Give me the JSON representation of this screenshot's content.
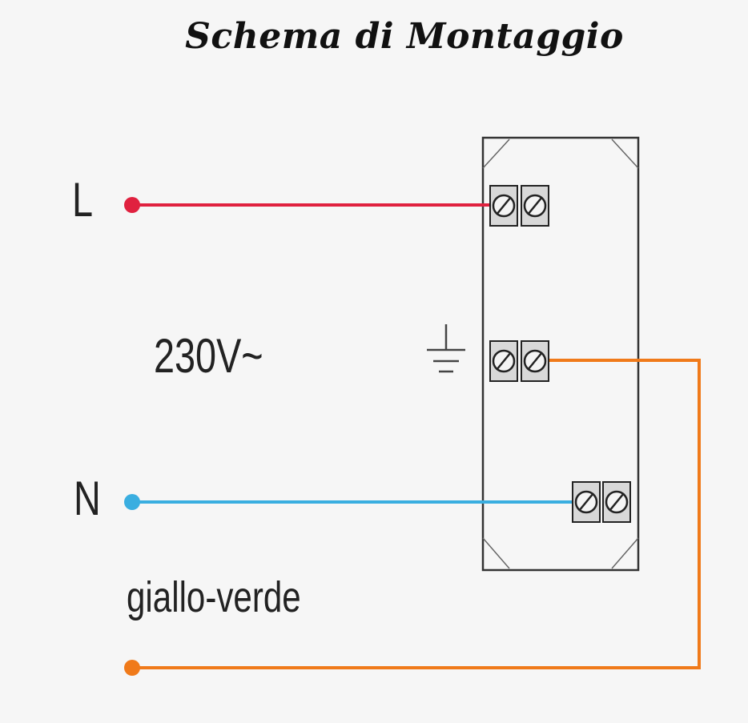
{
  "title": "Schema di Montaggio",
  "labels": {
    "line": "L",
    "neutral": "N",
    "voltage": "230V~",
    "earth_wire": "giallo-verde"
  },
  "colors": {
    "line_wire": "#e0213f",
    "neutral_wire": "#3aaee0",
    "earth_wire": "#f07a1a",
    "box_outline": "#333333"
  },
  "icons": {
    "ground": "ground-symbol-icon",
    "terminal": "screw-terminal-icon"
  }
}
